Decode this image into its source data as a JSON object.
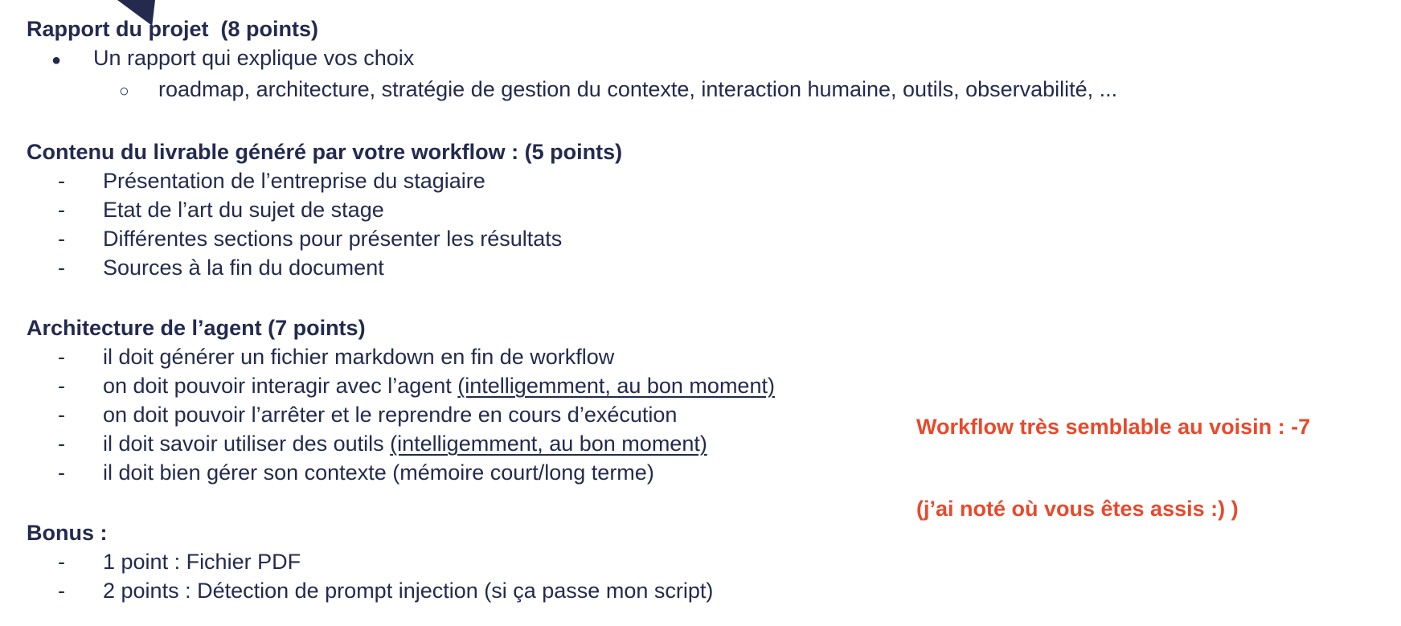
{
  "colors": {
    "text_navy": "#232a4e",
    "annotation_orange": "#e8492b",
    "page_bg": "#ffffff"
  },
  "markers": {
    "disc": "●",
    "circle": "○",
    "dash": "-"
  },
  "decor": {
    "corner_triangle": "dark-navy-triangle-clipped-at-top-edge"
  },
  "sections": [
    {
      "heading": "Rapport du projet  (8 points)",
      "items": [
        {
          "text": "Un rapport qui explique vos choix"
        },
        {
          "text": "roadmap, architecture, stratégie de gestion du contexte, interaction humaine, outils, observabilité, ..."
        }
      ]
    },
    {
      "heading": "Contenu du livrable généré par votre workflow : (5 points)",
      "items": [
        {
          "text": "Présentation de l’entreprise du stagiaire"
        },
        {
          "text": "Etat de l’art du sujet de stage"
        },
        {
          "text": "Différentes sections pour présenter les résultats"
        },
        {
          "text": "Sources à la fin du document"
        }
      ]
    },
    {
      "heading": "Architecture de l’agent (7 points)",
      "items": [
        {
          "text": "il doit générer un fichier markdown en fin de workflow"
        },
        {
          "text": "on doit pouvoir interagir avec l’agent ",
          "underlined": "(intelligemment, au bon moment)"
        },
        {
          "text": "on doit pouvoir l’arrêter et le reprendre en cours d’exécution"
        },
        {
          "text": "il doit savoir utiliser des outils ",
          "underlined": "(intelligemment, au bon moment)"
        },
        {
          "text": "il doit bien gérer son contexte (mémoire court/long terme)"
        }
      ]
    },
    {
      "heading": "Bonus :",
      "items": [
        {
          "text": "1 point : Fichier PDF"
        },
        {
          "text": "2 points : Détection de prompt injection (si ça passe mon script)"
        }
      ]
    }
  ],
  "annotation": {
    "line1": "Workflow très semblable au voisin : -7",
    "line2": "(j’ai noté où vous êtes assis :) )"
  }
}
